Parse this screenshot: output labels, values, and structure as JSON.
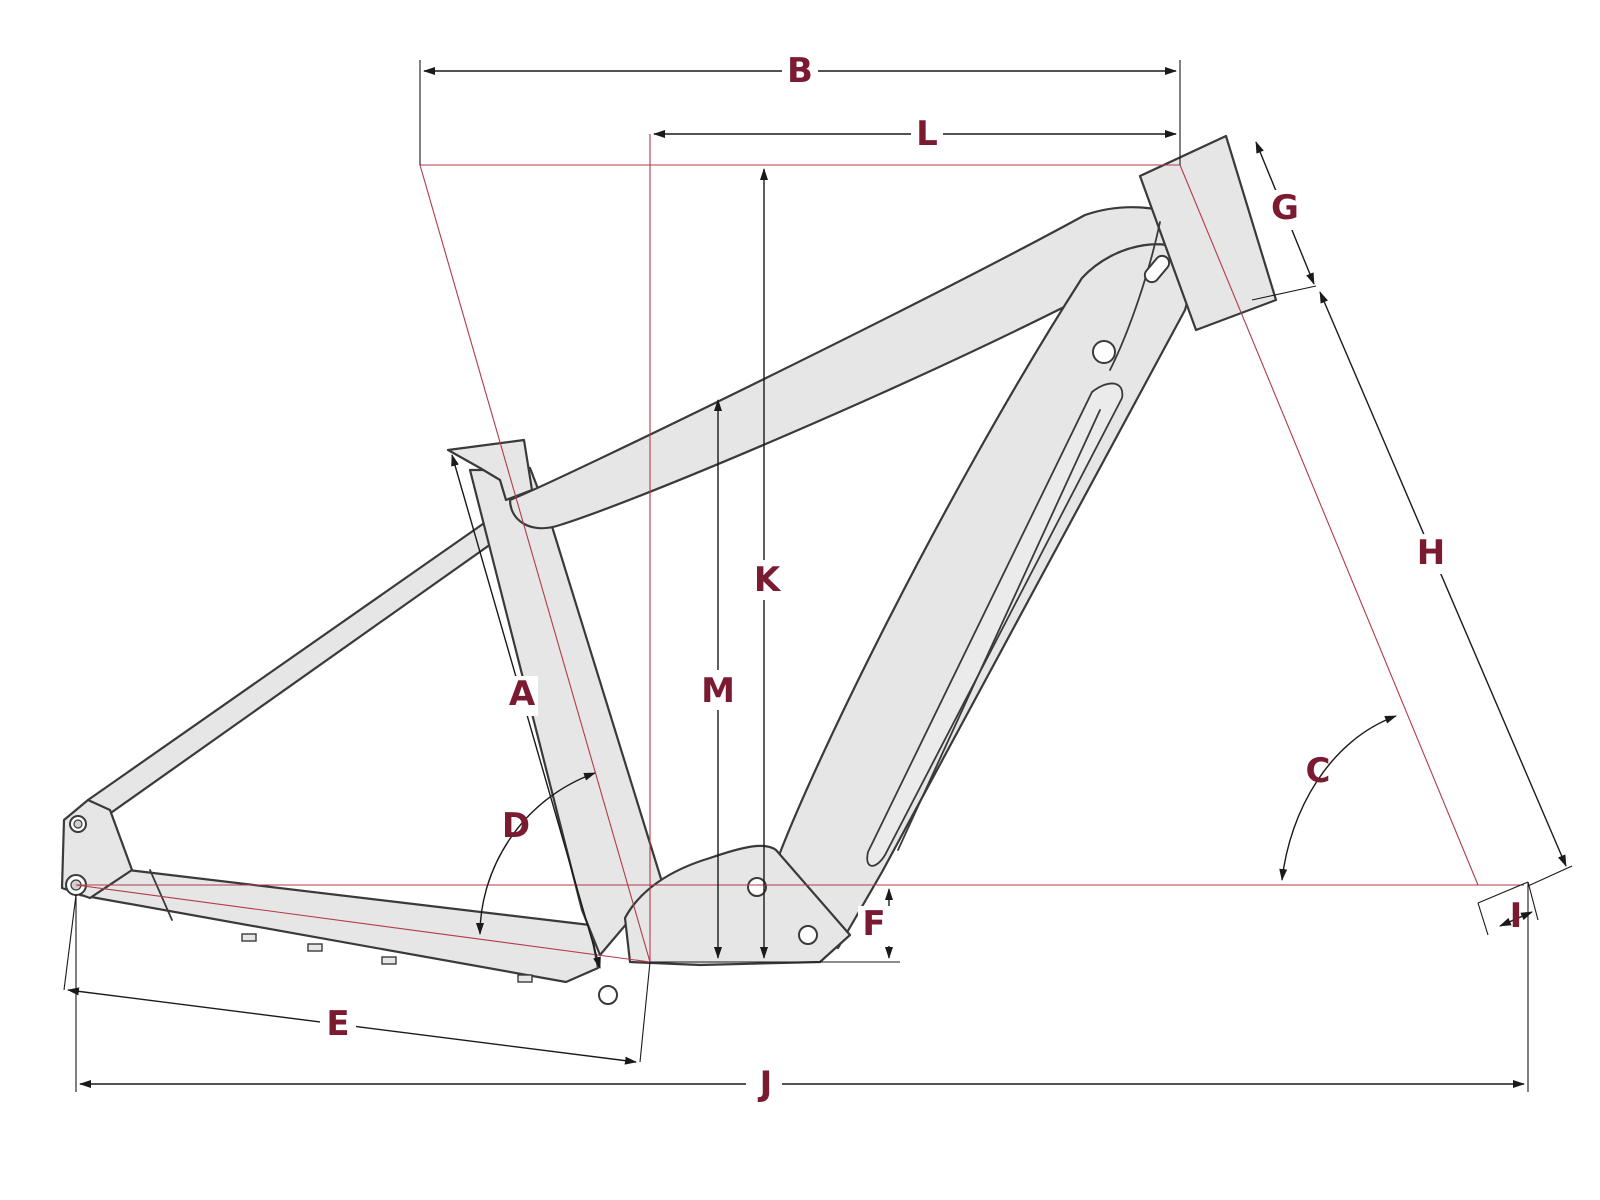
{
  "diagram": {
    "colors": {
      "label": "#7a1b31",
      "geometry_line": "#b33a4a",
      "dimension_line": "#1a1a1a",
      "frame_fill": "#e6e6e6",
      "frame_stroke": "#3a3a3a"
    },
    "labels": {
      "A": "A",
      "B": "B",
      "C": "C",
      "D": "D",
      "E": "E",
      "F": "F",
      "G": "G",
      "H": "H",
      "I": "I",
      "J": "J",
      "K": "K",
      "L": "L",
      "M": "M"
    }
  }
}
